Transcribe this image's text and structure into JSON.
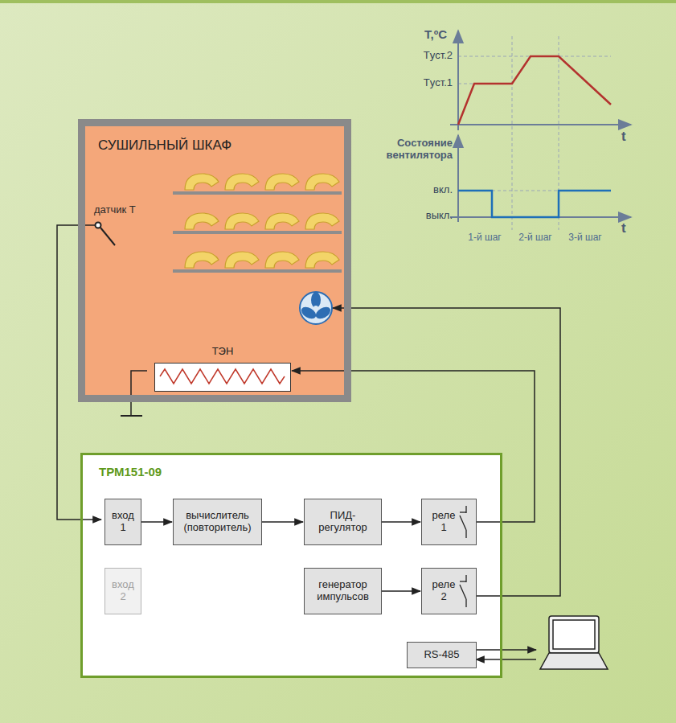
{
  "diagram": {
    "nodes": [
      {
        "text": [
          "СУШИЛЬНЫЙ ШКАФ"
        ]
      },
      {
        "text": [
          "ТЭН"
        ],
        "in": 0
      },
      {
        "text": [
          "ТРМ151-09"
        ]
      },
      {
        "text": [
          "вход 1"
        ],
        "in": 2
      },
      {
        "text": [
          "вычислитель (повторитель)"
        ],
        "in": 2
      },
      {
        "text": [
          "ПИД- регулятор"
        ],
        "in": 2
      },
      {
        "text": [
          "реле 1"
        ],
        "in": 2
      },
      {
        "text": [
          "вход 2"
        ],
        "in": 2
      },
      {
        "text": [
          "генератор импульсов"
        ],
        "in": 2
      },
      {
        "text": [
          "реле 2"
        ],
        "in": 2
      },
      {
        "text": [
          "RS-485"
        ],
        "in": 2
      }
    ],
    "edges": [
      {
        "from": 3,
        "to": 4,
        "arrow": "to"
      },
      {
        "from": 4,
        "to": 5,
        "arrow": "to"
      },
      {
        "from": 5,
        "to": 6,
        "arrow": "to"
      },
      {
        "from": 8,
        "to": 9,
        "arrow": "to"
      },
      {
        "from": 6,
        "to": 1,
        "arrow": "to"
      }
    ],
    "labels": [
      "датчик Т",
      "T,ºC",
      "Tуст.2",
      "Tуст.1",
      "t",
      "Состояние вентилятора",
      "вкл.",
      "выкл.",
      "t",
      "1-й шаг",
      "2-й шаг",
      "3-й шаг"
    ]
  }
}
